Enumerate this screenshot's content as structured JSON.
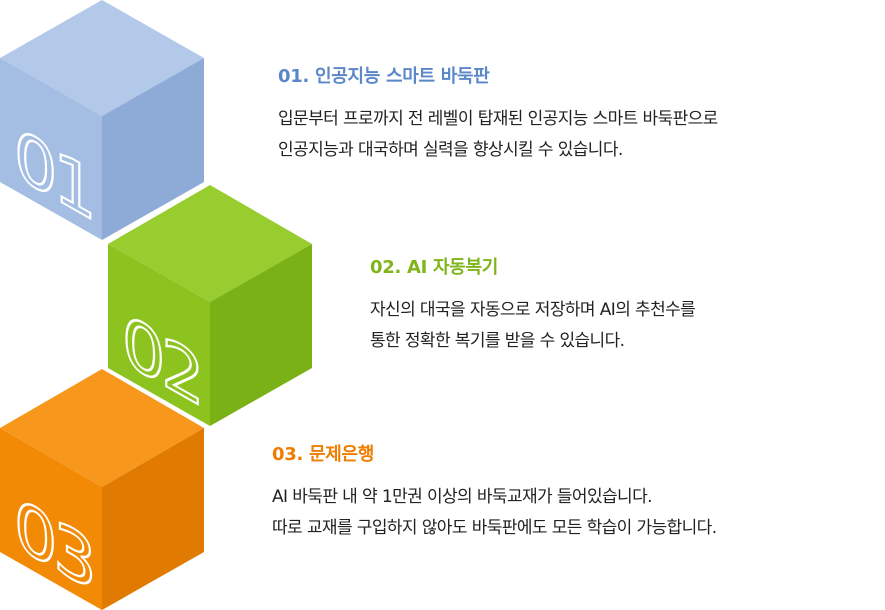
{
  "colors": {
    "cube1_front": "#a3bde3",
    "cube1_top": "#b2c9ea",
    "cube1_side": "#8eaad7",
    "cube2_front": "#8cc31f",
    "cube2_top": "#98cd30",
    "cube2_side": "#7ab116",
    "cube3_front": "#f28a05",
    "cube3_top": "#f7981c",
    "cube3_side": "#e07a00",
    "title1": "#5b87c9",
    "title2": "#7fb519",
    "title3": "#ee7d00"
  },
  "cubes": [
    {
      "number": "01"
    },
    {
      "number": "02"
    },
    {
      "number": "03"
    }
  ],
  "features": [
    {
      "title": "01. 인공지능 스마트 바둑판",
      "lines": [
        "입문부터 프로까지 전 레벨이 탑재된 인공지능 스마트 바둑판으로",
        "인공지능과 대국하며 실력을 향상시킬 수 있습니다."
      ]
    },
    {
      "title": "02. AI 자동복기",
      "lines": [
        "자신의 대국을 자동으로 저장하며 AI의 추천수를",
        "통한 정확한 복기를 받을 수 있습니다."
      ]
    },
    {
      "title": "03. 문제은행",
      "lines": [
        "AI 바둑판 내 약 1만권 이상의 바둑교재가 들어있습니다.",
        "따로 교재를 구입하지 않아도 바둑판에도 모든 학습이 가능합니다."
      ]
    }
  ]
}
